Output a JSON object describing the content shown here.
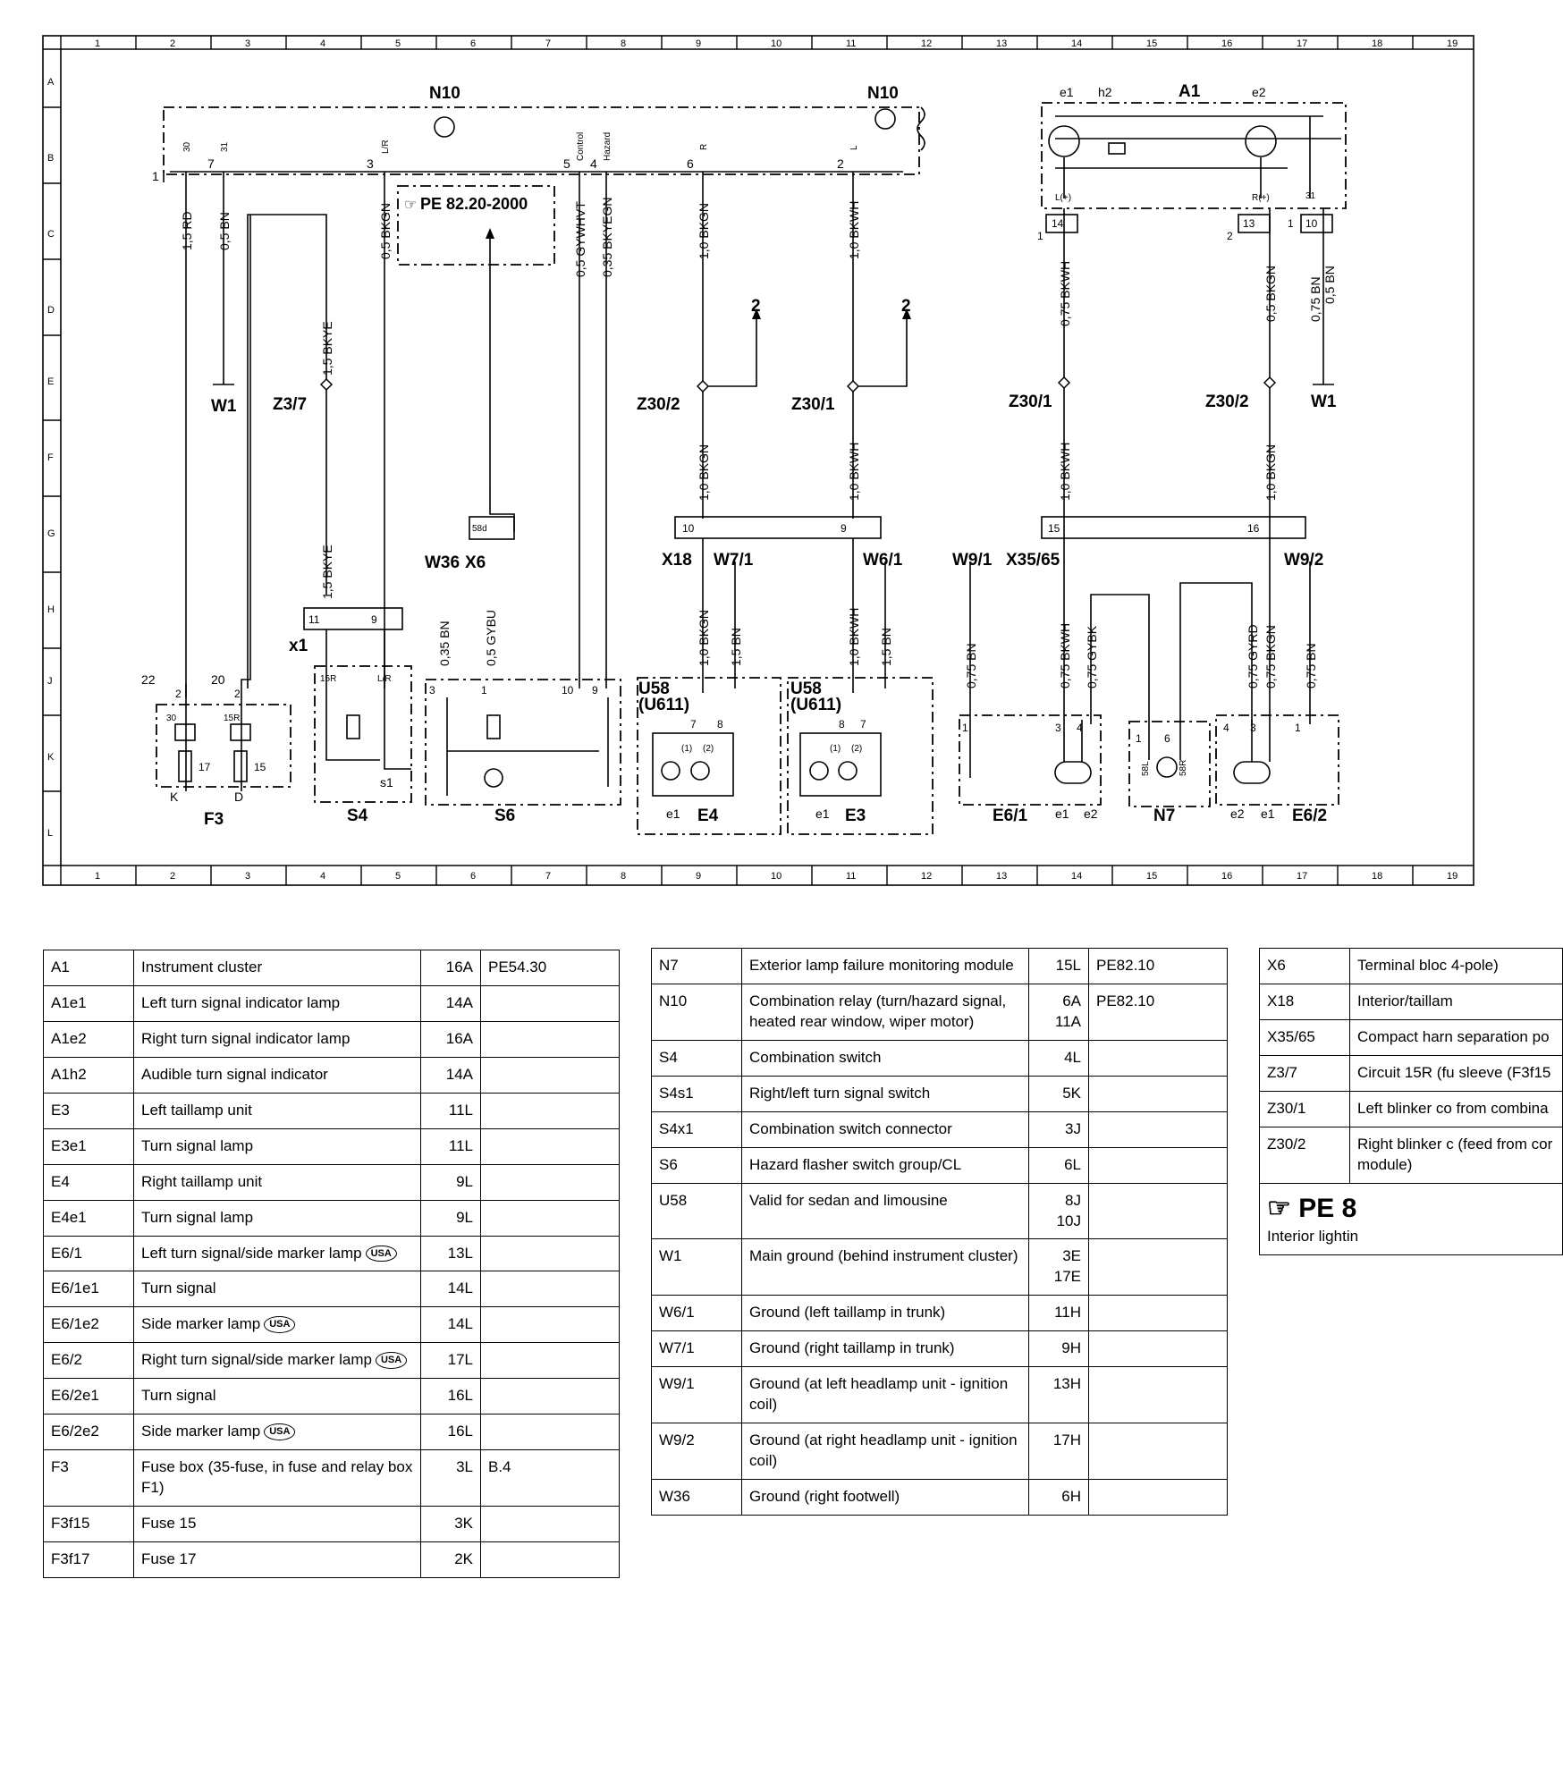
{
  "grid": {
    "columns": [
      "1",
      "2",
      "3",
      "4",
      "5",
      "6",
      "7",
      "8",
      "9",
      "10",
      "11",
      "12",
      "13",
      "14",
      "15",
      "16",
      "17",
      "18",
      "19"
    ],
    "rows": [
      "A",
      "B",
      "C",
      "D",
      "E",
      "F",
      "G",
      "H",
      "J",
      "K",
      "L"
    ]
  },
  "components": {
    "n10_left": "N10",
    "n10_right": "N10",
    "a1": "A1",
    "a1_e1": "e1",
    "a1_h2": "h2",
    "a1_e2": "e2",
    "f3": "F3",
    "s4": "S4",
    "s6": "S6",
    "e4": "E4",
    "e3": "E3",
    "e6_1": "E6/1",
    "n7": "N7",
    "e6_2": "E6/2",
    "w1_left": "W1",
    "w1_right": "W1",
    "z3_7": "Z3/7",
    "z30_2_left": "Z30/2",
    "z30_1_left": "Z30/1",
    "z30_1_right": "Z30/1",
    "z30_2_right": "Z30/2",
    "x18": "X18",
    "w7_1": "W7/1",
    "w6_1": "W6/1",
    "w9_1": "W9/1",
    "x35_65": "X35/65",
    "w9_2": "W9/2",
    "w36": "W36",
    "x6": "X6",
    "x1": "x1",
    "u58_a": "U58",
    "u611_a": "(U611)",
    "u58_b": "U58",
    "u611_b": "(U611)",
    "pe_ref": "PE 82.20-2000",
    "arrow_2a": "2",
    "arrow_2b": "2",
    "f3_k": "K",
    "f3_d": "D",
    "s4_s1": "s1",
    "e4_e1": "e1",
    "e3_e1": "e1",
    "e6_1_e1": "e1",
    "e6_1_e2": "e2",
    "e6_2_e2": "e2",
    "e6_2_e1": "e1"
  },
  "wires": {
    "w_15rd": "1,5 RD",
    "w_05bn": "0,5 BN",
    "w_05bkgn": "0,5 BKGN",
    "w_05gywhvt": "0,5 GYWHVT",
    "w_035bkyegn": "0,35 BKYEGN",
    "w_10bkgn_a": "1,0 BKGN",
    "w_10bkwh_a": "1,0 BKWH",
    "w_075bkwh_a": "0,75 BKWH",
    "w_05bkgn_b": "0,5 BKGN",
    "w_075bn_a": "0,75 BN",
    "w_05bn_b": "0,5 BN",
    "w_15bkye_a": "1,5 BKYE",
    "w_15bkye_b": "1,5 BKYE",
    "w_10bkgn_b": "1,0 BKGN",
    "w_10bkwh_b": "1,0 BKWH",
    "w_10bkwh_c": "1,0 BKWH",
    "w_10bkgn_c": "1,0 BKGN",
    "w_035bn": "0,35 BN",
    "w_05gybu": "0,5 GYBU",
    "w_10bkgn_d": "1,0 BKGN",
    "w_15bn_a": "1,5 BN",
    "w_10bkwh_d": "1,0 BKWH",
    "w_15bn_b": "1,5 BN",
    "w_075bn_b": "0,75 BN",
    "w_075bkwh_b": "0,75 BKWH",
    "w_075gybk": "0,75 GYBK",
    "w_075gyrd": "0,75 GYRD",
    "w_075bkgn": "0,75 BKGN",
    "w_075bn_c": "0,75 BN"
  },
  "pins": {
    "n10_1": "1",
    "n10_7": "7",
    "n10_3": "3",
    "n10_5": "5",
    "n10_4": "4",
    "n10_6": "6",
    "n10_2": "2",
    "n10_t30": "30",
    "n10_t31": "31",
    "n10_tlr": "L/R",
    "n10_ctrl": "Control",
    "n10_haz": "Hazard",
    "n10_r": "R",
    "n10_l": "L",
    "a1_14": "14",
    "a1_1a": "1",
    "a1_13": "13",
    "a1_2": "2",
    "a1_1b": "1",
    "a1_10": "10",
    "a1_lplus": "L(+)",
    "a1_rplus": "R(+)",
    "a1_31": "31",
    "x1_11": "11",
    "x1_9": "9",
    "f3_22": "22",
    "f3_20": "20",
    "f3_2a": "2",
    "f3_2b": "2",
    "f3_30": "30",
    "f3_15r": "15R",
    "f3_17": "17",
    "f3_15": "15",
    "s4_15r": "15R",
    "s4_lr": "L/R",
    "s6_3": "3",
    "s6_1": "1",
    "s6_10": "10",
    "s6_9": "9",
    "x6_58d": "58d",
    "x18_10": "10",
    "x18_9": "9",
    "x35_15": "15",
    "x35_16": "16",
    "e4_7": "7",
    "e4_8": "8",
    "e4_c1": "(1)",
    "e4_c2": "(2)",
    "e3_8": "8",
    "e3_7": "7",
    "e3_c1": "(1)",
    "e3_c2": "(2)",
    "e61_1": "1",
    "e61_3": "3",
    "e61_4": "4",
    "n7_1": "1",
    "n7_6": "6",
    "n7_58l": "58L",
    "n7_58r": "58R",
    "e62_4": "4",
    "e62_3": "3",
    "e62_1": "1"
  },
  "legend": {
    "table1": [
      {
        "code": "A1",
        "desc": "Instrument cluster",
        "grid": "16A",
        "ref": "PE54.30"
      },
      {
        "code": "A1e1",
        "desc": "Left turn signal indicator lamp",
        "grid": "14A",
        "ref": ""
      },
      {
        "code": "A1e2",
        "desc": "Right turn signal indicator lamp",
        "grid": "16A",
        "ref": ""
      },
      {
        "code": "A1h2",
        "desc": "Audible turn signal indicator",
        "grid": "14A",
        "ref": ""
      },
      {
        "code": "E3",
        "desc": "Left taillamp unit",
        "grid": "11L",
        "ref": ""
      },
      {
        "code": "E3e1",
        "desc": "Turn signal lamp",
        "grid": "11L",
        "ref": ""
      },
      {
        "code": "E4",
        "desc": "Right taillamp unit",
        "grid": "9L",
        "ref": ""
      },
      {
        "code": "E4e1",
        "desc": "Turn signal lamp",
        "grid": "9L",
        "ref": ""
      },
      {
        "code": "E6/1",
        "desc": "Left turn signal/side marker lamp",
        "badge": "USA",
        "grid": "13L",
        "ref": ""
      },
      {
        "code": "E6/1e1",
        "desc": "Turn signal",
        "grid": "14L",
        "ref": ""
      },
      {
        "code": "E6/1e2",
        "desc": "Side marker lamp",
        "badge": "USA",
        "grid": "14L",
        "ref": ""
      },
      {
        "code": "E6/2",
        "desc": "Right turn signal/side marker lamp",
        "badge": "USA",
        "grid": "17L",
        "ref": ""
      },
      {
        "code": "E6/2e1",
        "desc": "Turn signal",
        "grid": "16L",
        "ref": ""
      },
      {
        "code": "E6/2e2",
        "desc": "Side marker lamp",
        "badge": "USA",
        "grid": "16L",
        "ref": ""
      },
      {
        "code": "F3",
        "desc": "Fuse box (35-fuse, in fuse and relay box F1)",
        "grid": "3L",
        "ref": "B.4"
      },
      {
        "code": "F3f15",
        "desc": "Fuse 15",
        "grid": "3K",
        "ref": ""
      },
      {
        "code": "F3f17",
        "desc": "Fuse 17",
        "grid": "2K",
        "ref": ""
      }
    ],
    "table2": [
      {
        "code": "N7",
        "desc": "Exterior lamp failure monitoring module",
        "grid": "15L",
        "ref": "PE82.10"
      },
      {
        "code": "N10",
        "desc": "Combination relay (turn/hazard signal, heated rear window, wiper motor)",
        "grid": "6A 11A",
        "ref": "PE82.10"
      },
      {
        "code": "S4",
        "desc": "Combination switch",
        "grid": "4L",
        "ref": ""
      },
      {
        "code": "S4s1",
        "desc": "Right/left turn signal switch",
        "grid": "5K",
        "ref": ""
      },
      {
        "code": "S4x1",
        "desc": "Combination switch connector",
        "grid": "3J",
        "ref": ""
      },
      {
        "code": "S6",
        "desc": "Hazard flasher switch group/CL",
        "grid": "6L",
        "ref": ""
      },
      {
        "code": "U58",
        "desc": "Valid for sedan and limousine",
        "grid": "8J 10J",
        "ref": ""
      },
      {
        "code": "W1",
        "desc": "Main ground (behind instrument cluster)",
        "grid": "3E 17E",
        "ref": ""
      },
      {
        "code": "W6/1",
        "desc": "Ground (left taillamp in trunk)",
        "grid": "11H",
        "ref": ""
      },
      {
        "code": "W7/1",
        "desc": "Ground (right taillamp in trunk)",
        "grid": "9H",
        "ref": ""
      },
      {
        "code": "W9/1",
        "desc": "Ground (at left headlamp unit - ignition coil)",
        "grid": "13H",
        "ref": ""
      },
      {
        "code": "W9/2",
        "desc": "Ground (at right headlamp unit - ignition coil)",
        "grid": "17H",
        "ref": ""
      },
      {
        "code": "W36",
        "desc": "Ground (right footwell)",
        "grid": "6H",
        "ref": ""
      }
    ],
    "table3": [
      {
        "code": "X6",
        "desc": "Terminal bloc 4-pole)"
      },
      {
        "code": "X18",
        "desc": "Interior/taillam"
      },
      {
        "code": "X35/65",
        "desc": "Compact harn separation po"
      },
      {
        "code": "Z3/7",
        "desc": "Circuit 15R (fu sleeve (F3f15"
      },
      {
        "code": "Z30/1",
        "desc": "Left blinker co from combina"
      },
      {
        "code": "Z30/2",
        "desc": "Right blinker c (feed from cor module)"
      }
    ],
    "table3_ref": "PE 8",
    "table3_footer": "Interior lightin"
  }
}
